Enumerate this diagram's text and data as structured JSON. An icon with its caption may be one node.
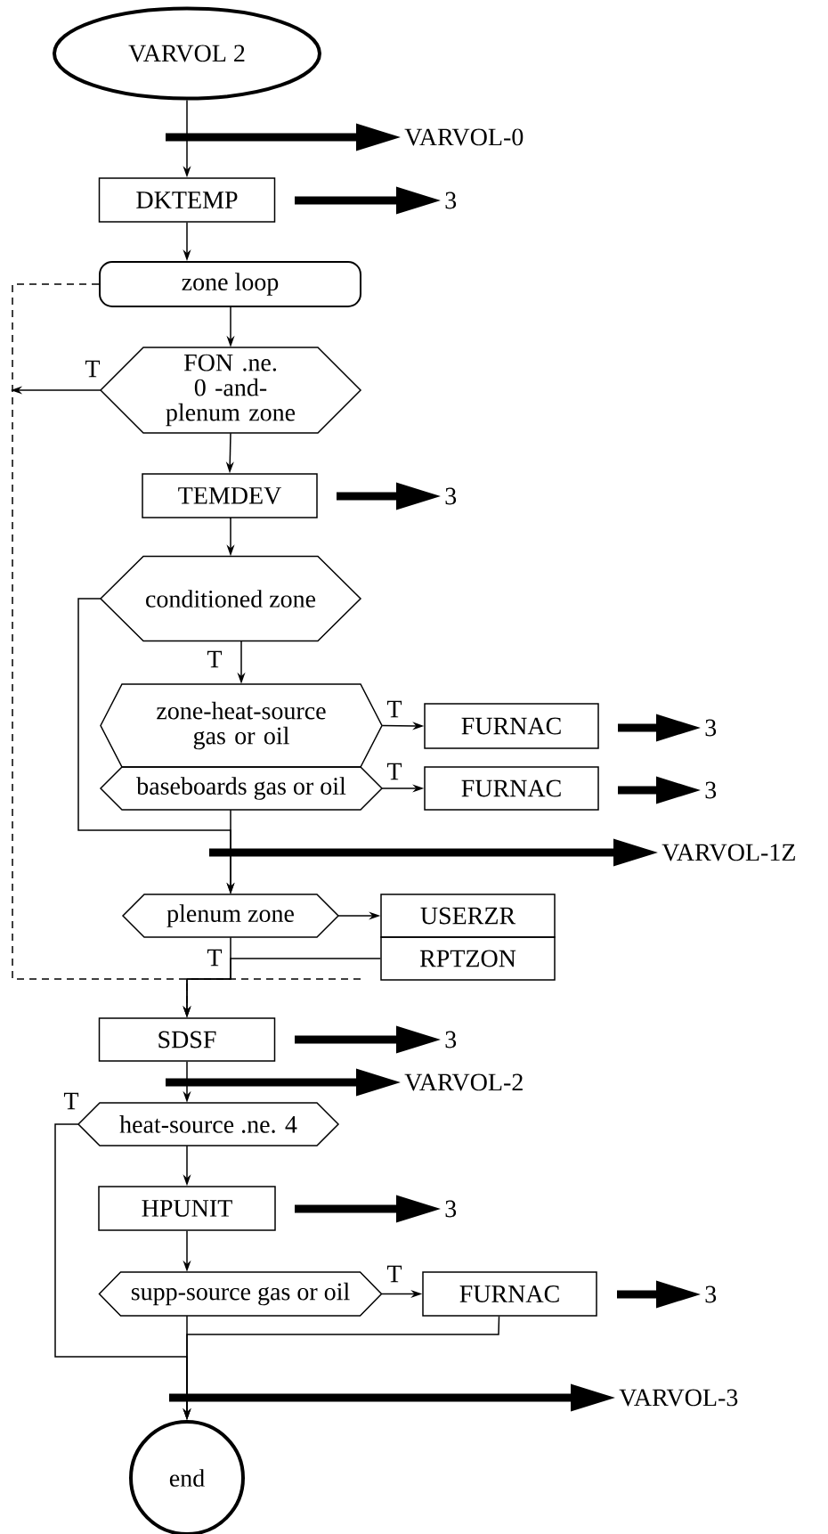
{
  "diagram": {
    "nodes": [
      {
        "text": [
          "VARVOL 2"
        ]
      },
      {
        "text": [
          "VARVOL-0"
        ]
      },
      {
        "text": [
          "DKTEMP"
        ]
      },
      {
        "text": [
          "3"
        ]
      },
      {
        "text": [
          "zone loop"
        ]
      },
      {
        "text": [
          "FON .ne. 0 -and- plenum zone"
        ]
      },
      {
        "text": [
          "TEMDEV"
        ]
      },
      {
        "text": [
          "3"
        ]
      },
      {
        "text": [
          "conditioned zone"
        ]
      },
      {
        "text": [
          "zone-heat-source gas or oil"
        ]
      },
      {
        "text": [
          "FURNAC"
        ]
      },
      {
        "text": [
          "3"
        ]
      },
      {
        "text": [
          "baseboards gas or oil"
        ]
      },
      {
        "text": [
          "FURNAC"
        ]
      },
      {
        "text": [
          "3"
        ]
      },
      {
        "text": [
          "VARVOL-1Z"
        ]
      },
      {
        "text": [
          "plenum zone"
        ]
      },
      {
        "text": [
          "USERZR"
        ]
      },
      {
        "text": [
          "RPTZON"
        ]
      },
      {
        "text": [
          "SDSF"
        ]
      },
      {
        "text": [
          "3"
        ]
      },
      {
        "text": [
          "VARVOL-2"
        ]
      },
      {
        "text": [
          "heat-source .ne. 4"
        ]
      },
      {
        "text": [
          "HPUNIT"
        ]
      },
      {
        "text": [
          "3"
        ]
      },
      {
        "text": [
          "supp-source gas or oil"
        ]
      },
      {
        "text": [
          "FURNAC"
        ]
      },
      {
        "text": [
          "3"
        ]
      },
      {
        "text": [
          "VARVOL-3"
        ]
      },
      {
        "text": [
          "end"
        ]
      }
    ],
    "edges": [
      {
        "from": 0,
        "to": 2,
        "arrow": "to"
      },
      {
        "from": null,
        "to": 1,
        "arrow": "to",
        "style": "thick"
      },
      {
        "from": null,
        "to": 3,
        "arrow": "to",
        "style": "thick"
      },
      {
        "from": 2,
        "to": 4,
        "arrow": "to"
      },
      {
        "from": 4,
        "to": 5,
        "arrow": "to"
      },
      {
        "from": 5,
        "to": null,
        "arrow": "to",
        "label": "T"
      },
      {
        "from": 5,
        "to": 6,
        "arrow": "to"
      },
      {
        "from": null,
        "to": 7,
        "arrow": "to",
        "style": "thick"
      },
      {
        "from": 6,
        "to": 8,
        "arrow": "to"
      },
      {
        "from": 8,
        "to": 9,
        "arrow": "to",
        "label": "T"
      },
      {
        "from": 9,
        "to": 10,
        "arrow": "to",
        "label": "T"
      },
      {
        "from": null,
        "to": 11,
        "arrow": "to",
        "style": "thick"
      },
      {
        "from": 12,
        "to": 13,
        "arrow": "to",
        "label": "T"
      },
      {
        "from": null,
        "to": 14,
        "arrow": "to",
        "style": "thick"
      },
      {
        "from": 8,
        "to": 16,
        "arrow": "to"
      },
      {
        "from": 12,
        "to": 16,
        "arrow": "to"
      },
      {
        "from": null,
        "to": 15,
        "arrow": "to",
        "style": "thick"
      },
      {
        "from": 16,
        "to": 17,
        "arrow": "to"
      },
      {
        "from": 18,
        "to": 19,
        "arrow": "to"
      },
      {
        "from": 16,
        "to": 19,
        "arrow": "to",
        "label": "T"
      },
      {
        "from": 4,
        "to": 19,
        "arrow": "to",
        "style": "dashed"
      },
      {
        "from": null,
        "to": 20,
        "arrow": "to",
        "style": "thick"
      },
      {
        "from": 19,
        "to": 22,
        "arrow": "to"
      },
      {
        "from": null,
        "to": 21,
        "arrow": "to",
        "style": "thick"
      },
      {
        "from": 22,
        "to": 23,
        "arrow": "to"
      },
      {
        "from": 22,
        "to": 29,
        "arrow": "to",
        "label": "T"
      },
      {
        "from": null,
        "to": 24,
        "arrow": "to",
        "style": "thick"
      },
      {
        "from": 23,
        "to": 25,
        "arrow": "to"
      },
      {
        "from": 25,
        "to": 26,
        "arrow": "to",
        "label": "T"
      },
      {
        "from": null,
        "to": 27,
        "arrow": "to",
        "style": "thick"
      },
      {
        "from": 25,
        "to": 29,
        "arrow": "to"
      },
      {
        "from": 26,
        "to": 29,
        "arrow": "to"
      },
      {
        "from": null,
        "to": 28,
        "arrow": "to",
        "style": "thick"
      }
    ]
  }
}
